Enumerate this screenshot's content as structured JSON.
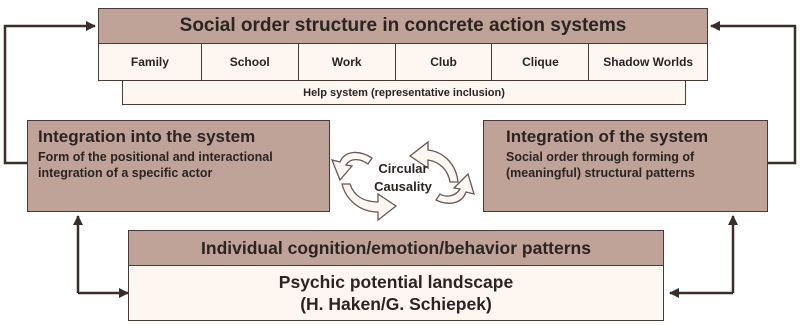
{
  "top": {
    "title": "Social order structure in concrete action systems",
    "systems": [
      "Family",
      "School",
      "Work",
      "Club",
      "Clique",
      "Shadow Worlds"
    ],
    "help": "Help system (representative inclusion)"
  },
  "left": {
    "title": "Integration into the system",
    "body": "Form of the positional and interactional integration of a specific actor"
  },
  "right": {
    "title": "Integration of the system",
    "body": "Social order through forming of (meaningful) structural patterns"
  },
  "center": {
    "line1": "Circular",
    "line2": "Causality"
  },
  "bottom": {
    "title": "Individual cognition/emotion/behavior patterns",
    "line1": "Psychic potential landscape",
    "line2": "(H. Haken/G. Schiepek)"
  },
  "colors": {
    "dark_fill": "#bfa398",
    "light_fill": "#fdf6f1",
    "stroke": "#4a3a36"
  }
}
